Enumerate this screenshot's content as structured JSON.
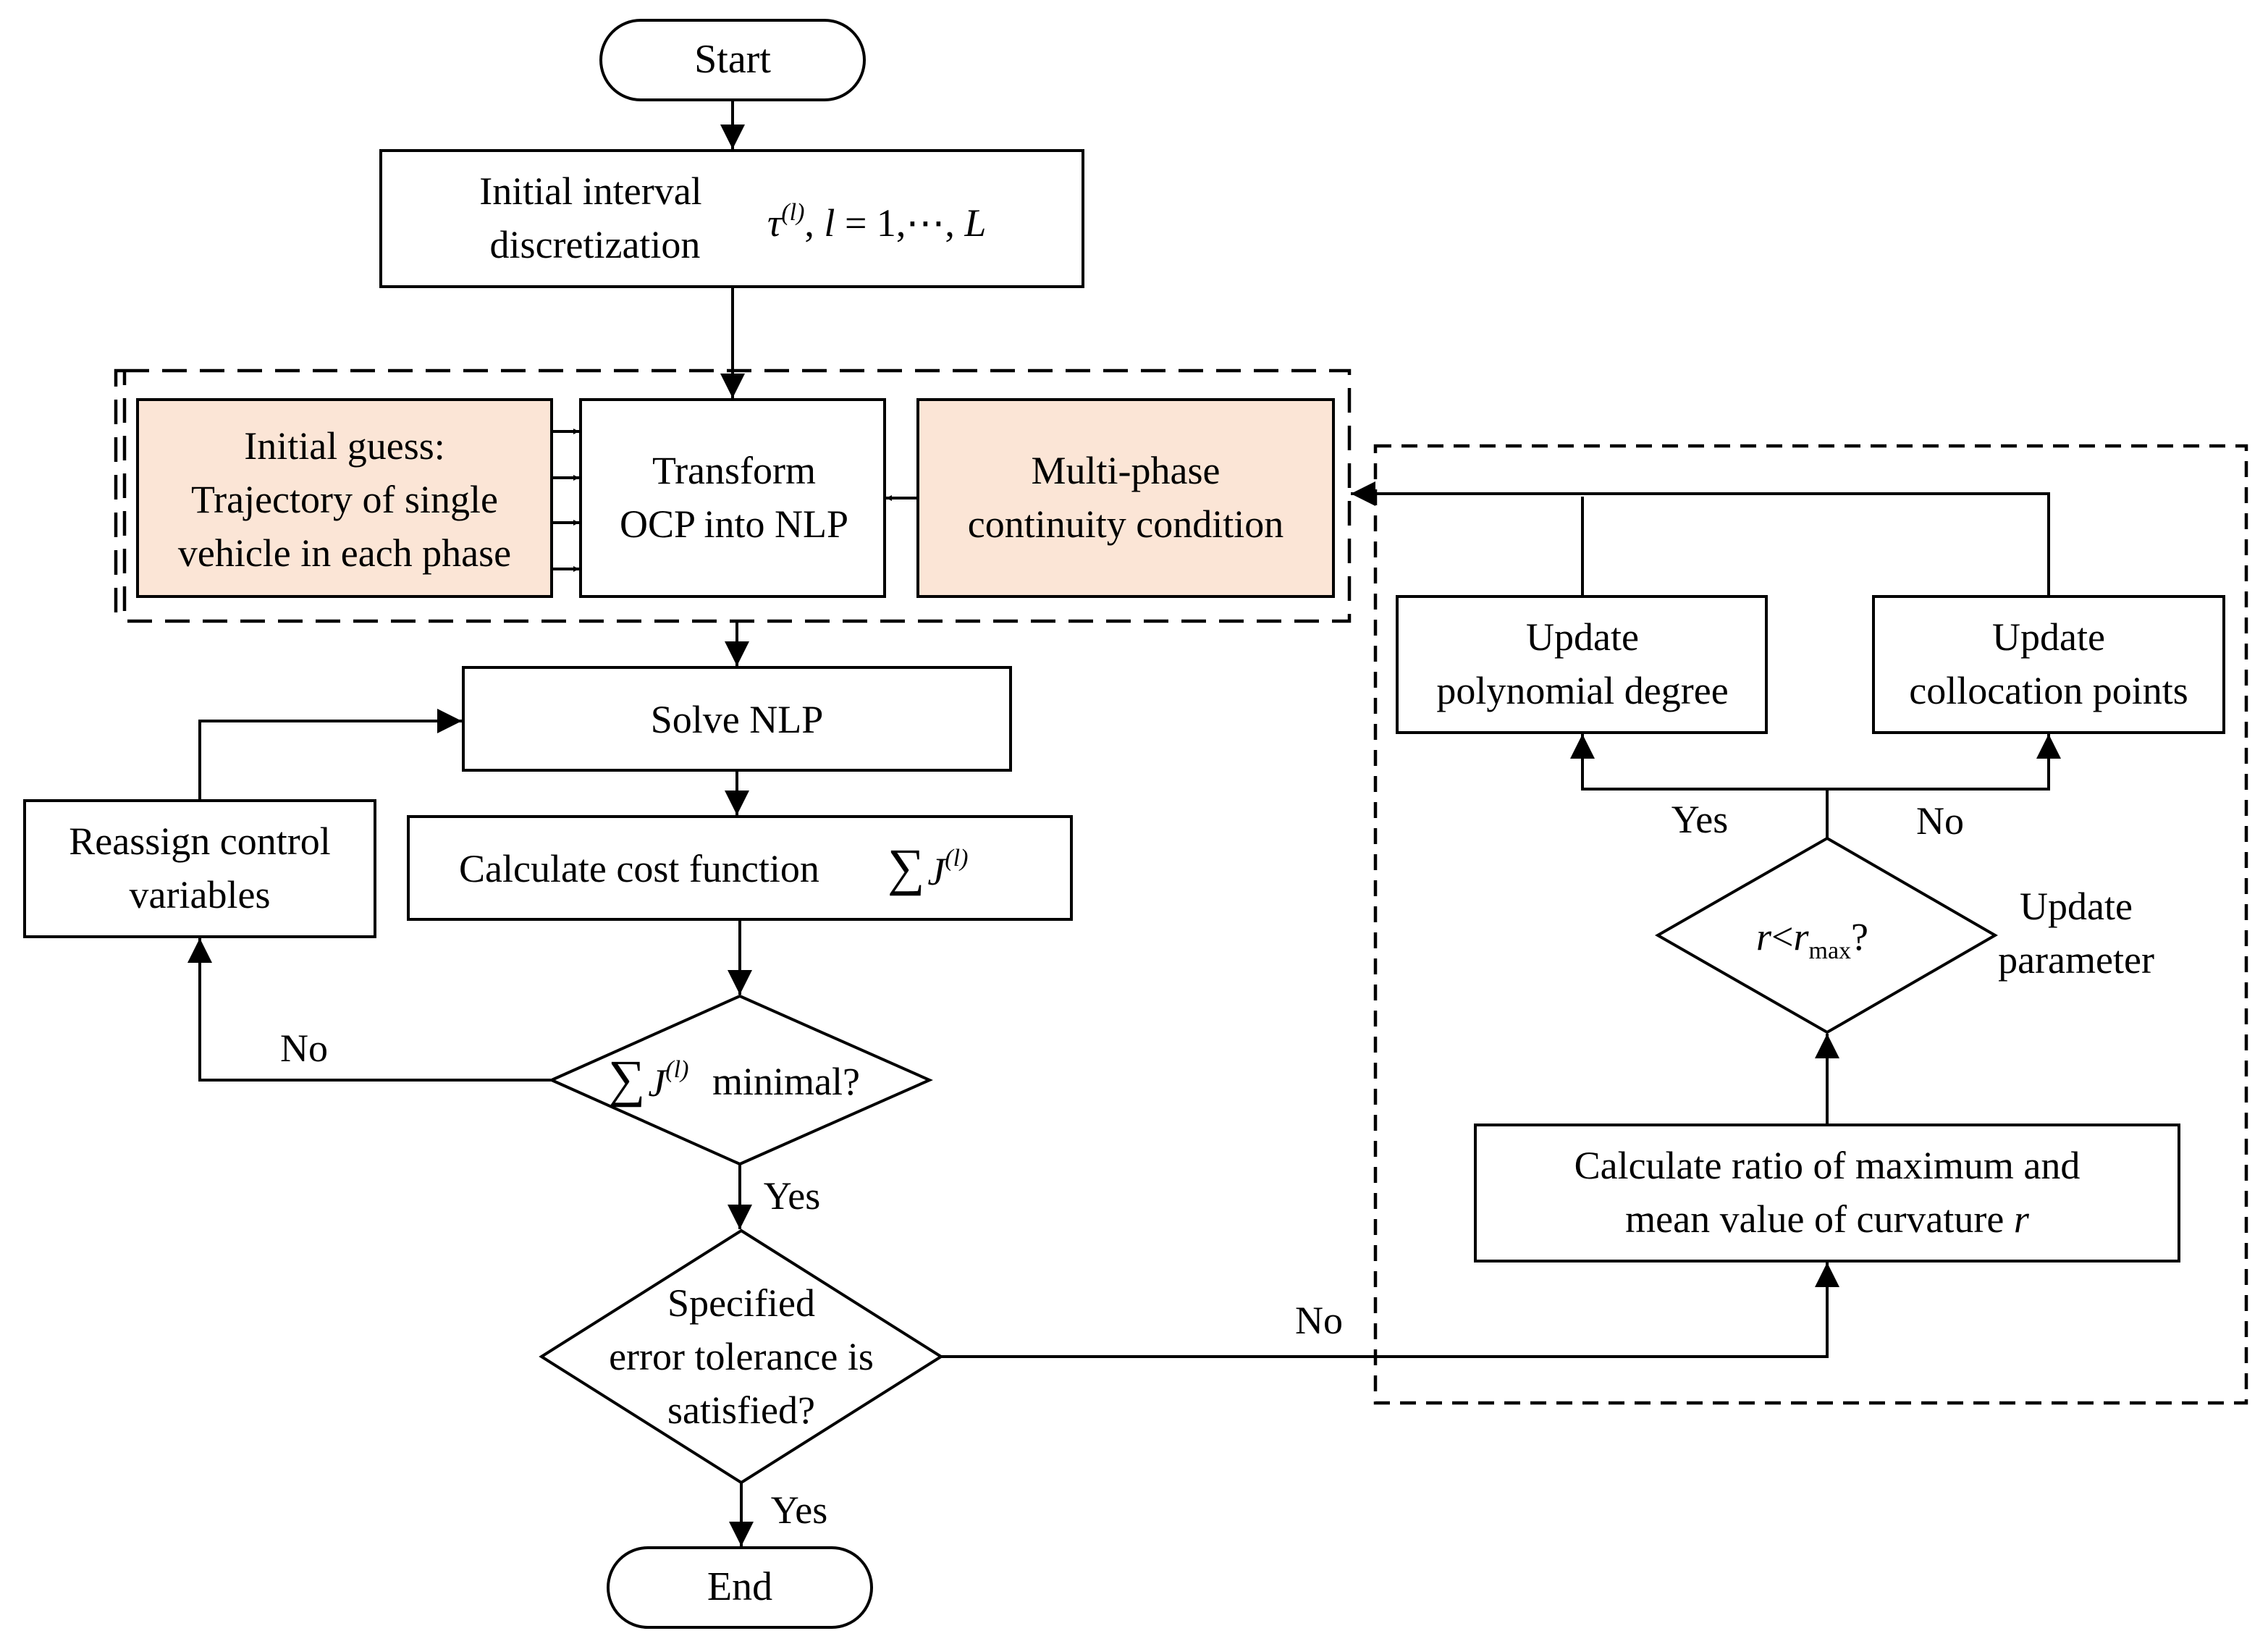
{
  "nodes": {
    "start": "Start",
    "init_interval_1": "Initial interval",
    "init_interval_2": "discretization",
    "init_interval_math": "τ(l), l = 1, ⋯, L",
    "guess_1": "Initial guess:",
    "guess_2": "Trajectory of single",
    "guess_3": "vehicle in each phase",
    "transform_1": "Transform",
    "transform_2": "OCP into NLP",
    "multiphase_1": "Multi-phase",
    "multiphase_2": "continuity condition",
    "solve": "Solve NLP",
    "cost_text": "Calculate cost function",
    "reassign_1": "Reassign control",
    "reassign_2": "variables",
    "minimal_text": "minimal?",
    "spec_1": "Specified",
    "spec_2": "error tolerance is",
    "spec_3": "satisfied?",
    "end": "End",
    "upd_poly_1": "Update",
    "upd_poly_2": "polynomial degree",
    "upd_col_1": "Update",
    "upd_col_2": "collocation points",
    "ratio_1": "Calculate ratio of maximum and",
    "ratio_2": "mean value of curvature",
    "ratio_var": "r",
    "upd_param_1": "Update",
    "upd_param_2": "parameter"
  },
  "edges": {
    "no_minimal": "No",
    "yes_minimal": "Yes",
    "yes_end": "Yes",
    "no_tolerance": "No",
    "yes_rmax": "Yes",
    "no_rmax": "No"
  }
}
